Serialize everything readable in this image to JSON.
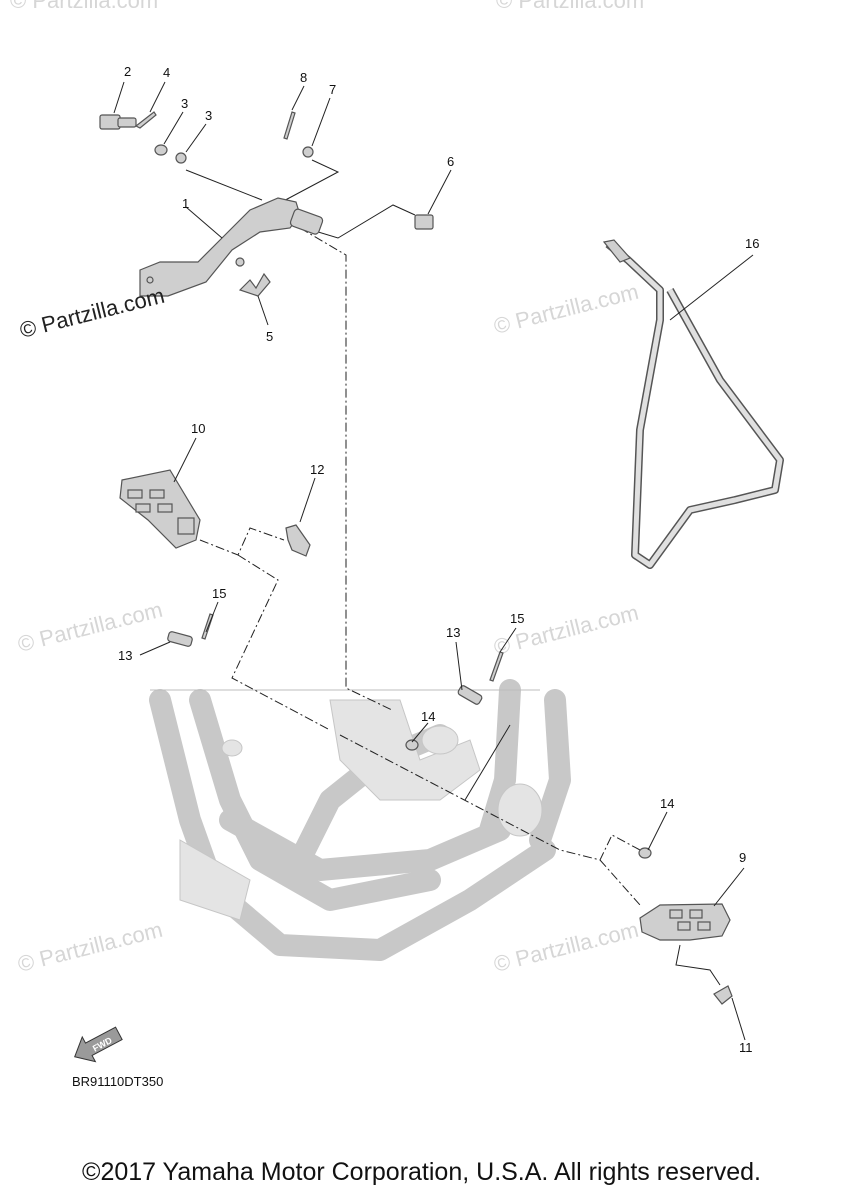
{
  "watermarks": {
    "dark": "© Partzilla.com",
    "light": "© Partzilla.com"
  },
  "callouts": [
    "1",
    "2",
    "3",
    "3",
    "4",
    "5",
    "6",
    "7",
    "8",
    "9",
    "10",
    "11",
    "12",
    "13",
    "13",
    "14",
    "14",
    "15",
    "15",
    "16"
  ],
  "fwd_badge": "FWD",
  "diagram_code": "BR91110DT350",
  "copyright": "©2017 Yamaha Motor Corporation, U.S.A. All rights reserved."
}
